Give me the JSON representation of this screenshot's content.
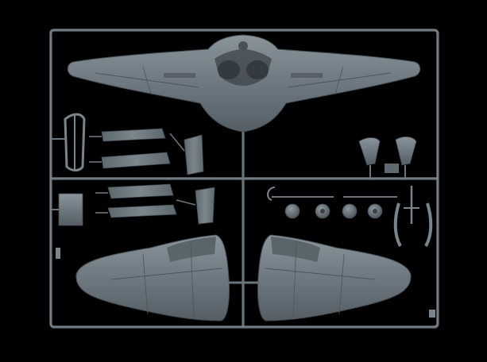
{
  "image": {
    "subject": "model-kit-sprue",
    "background_color": "#000000",
    "plastic_color": "#6d7880",
    "plastic_highlight": "#9aa4ab",
    "plastic_shadow": "#3e464c",
    "parts": [
      "wing-upper-center-section",
      "wing-left-panel",
      "wing-right-panel",
      "canopy-frame",
      "tail-fins",
      "landing-gear-doors",
      "wheels",
      "small-detail-parts"
    ]
  }
}
